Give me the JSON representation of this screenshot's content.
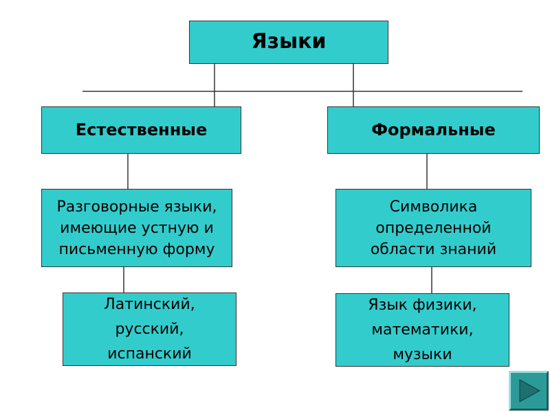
{
  "diagram": {
    "root": {
      "label": "Языки"
    },
    "branches": [
      {
        "label": "Естественные",
        "description": "Разговорные языки,\nимеющие устную и\nписьменную форму",
        "examples": "Латинский,\nрусский,\nиспанский"
      },
      {
        "label": "Формальные",
        "description": "Символика\nопределенной\nобласти знаний",
        "examples": "Язык физики,\nматематики,\nмузыки"
      }
    ]
  },
  "colors": {
    "box_fill": "#33cccc",
    "box_border": "#333333",
    "line": "#333333"
  },
  "navigation": {
    "next_icon": "play-triangle-icon"
  }
}
